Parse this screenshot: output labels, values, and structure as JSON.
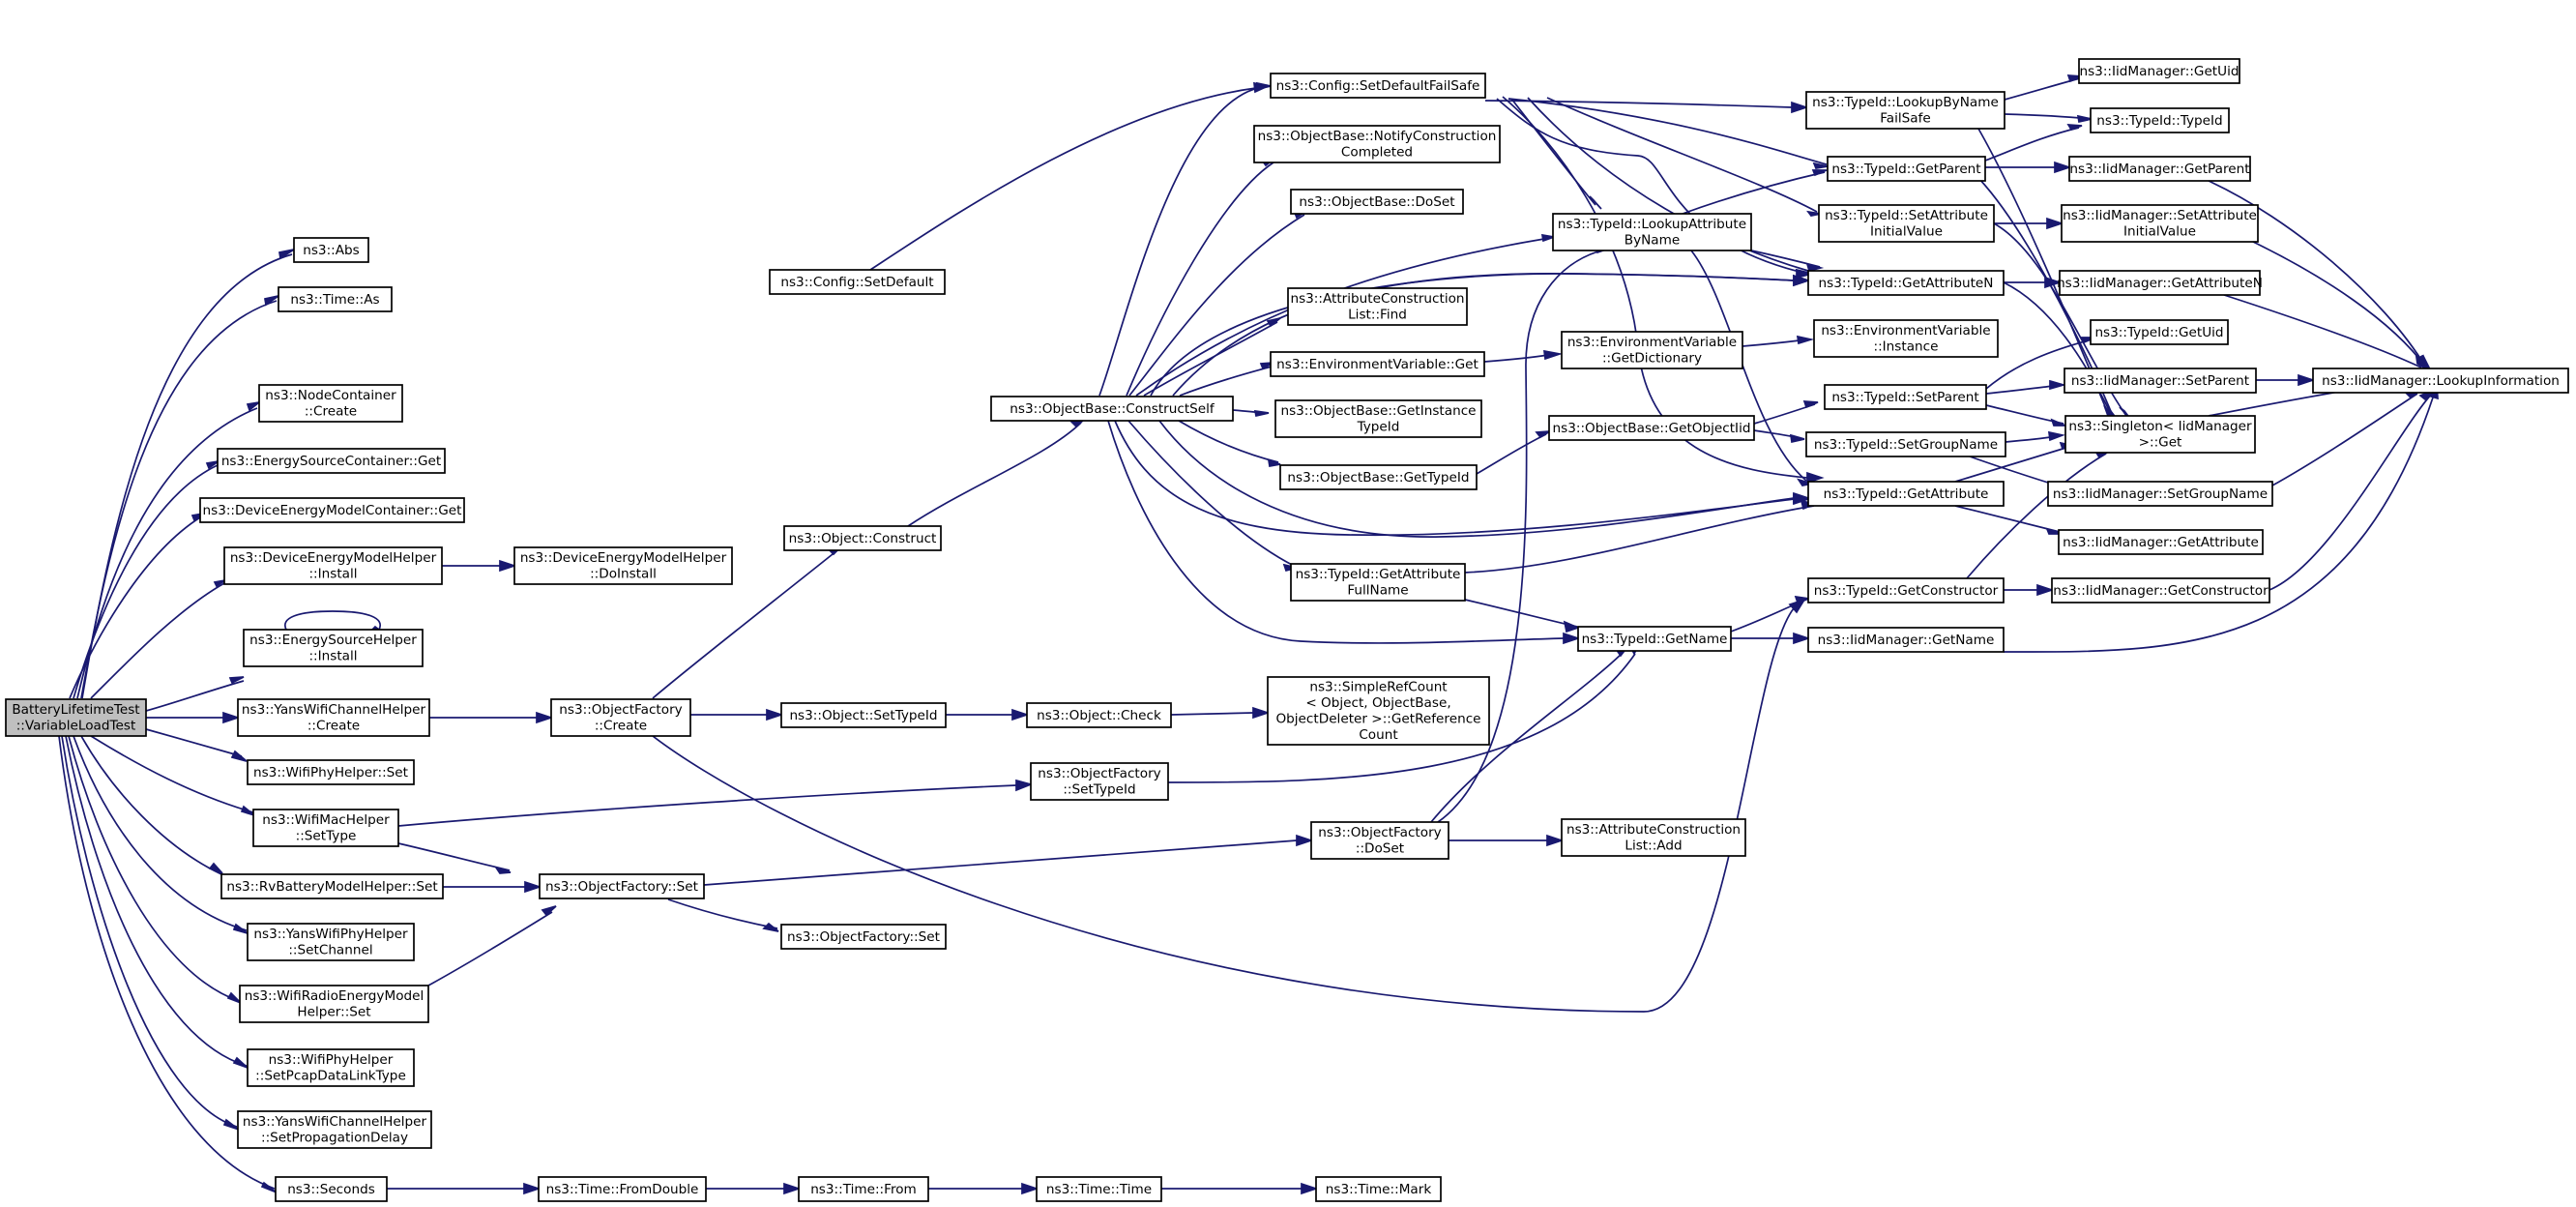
{
  "graph": {
    "title": "",
    "colors": {
      "edge": "#191970",
      "node_border": "#000000",
      "root_fill": "#bfbfbf",
      "node_fill": "#ffffff"
    },
    "nodes": [
      {
        "id": "root",
        "lines": [
          "BatteryLifetimeTest",
          "::VariableLoadTest"
        ],
        "root": true
      },
      {
        "id": "abs",
        "lines": [
          "ns3::Abs"
        ]
      },
      {
        "id": "timeas",
        "lines": [
          "ns3::Time::As"
        ]
      },
      {
        "id": "nodecont",
        "lines": [
          "ns3::NodeContainer",
          "::Create"
        ]
      },
      {
        "id": "escget",
        "lines": [
          "ns3::EnergySourceContainer::Get"
        ]
      },
      {
        "id": "demcget",
        "lines": [
          "ns3::DeviceEnergyModelContainer::Get"
        ]
      },
      {
        "id": "demhinst",
        "lines": [
          "ns3::DeviceEnergyModelHelper",
          "::Install"
        ]
      },
      {
        "id": "demhdoinst",
        "lines": [
          "ns3::DeviceEnergyModelHelper",
          "::DoInstall"
        ]
      },
      {
        "id": "eshinst",
        "lines": [
          "ns3::EnergySourceHelper",
          "::Install"
        ]
      },
      {
        "id": "ywchcreate",
        "lines": [
          "ns3::YansWifiChannelHelper",
          "::Create"
        ]
      },
      {
        "id": "wphset",
        "lines": [
          "ns3::WifiPhyHelper::Set"
        ]
      },
      {
        "id": "wmhsettype",
        "lines": [
          "ns3::WifiMacHelper",
          "::SetType"
        ]
      },
      {
        "id": "rvbset",
        "lines": [
          "ns3::RvBatteryModelHelper::Set"
        ]
      },
      {
        "id": "ywphsetch",
        "lines": [
          "ns3::YansWifiPhyHelper",
          "::SetChannel"
        ]
      },
      {
        "id": "wremhset",
        "lines": [
          "ns3::WifiRadioEnergyModel",
          "Helper::Set"
        ]
      },
      {
        "id": "wphpcap",
        "lines": [
          "ns3::WifiPhyHelper",
          "::SetPcapDataLinkType"
        ]
      },
      {
        "id": "ywchprop",
        "lines": [
          "ns3::YansWifiChannelHelper",
          "::SetPropagationDelay"
        ]
      },
      {
        "id": "seconds",
        "lines": [
          "ns3::Seconds"
        ]
      },
      {
        "id": "cfgsetdef",
        "lines": [
          "ns3::Config::SetDefault"
        ]
      },
      {
        "id": "objconstruct",
        "lines": [
          "ns3::Object::Construct"
        ]
      },
      {
        "id": "ofcreate",
        "lines": [
          "ns3::ObjectFactory",
          "::Create"
        ]
      },
      {
        "id": "ofset",
        "lines": [
          "ns3::ObjectFactory::Set"
        ]
      },
      {
        "id": "ofset2",
        "lines": [
          "ns3::ObjectFactory::Set"
        ]
      },
      {
        "id": "objsettid",
        "lines": [
          "ns3::Object::SetTypeId"
        ]
      },
      {
        "id": "timefromdbl",
        "lines": [
          "ns3::Time::FromDouble"
        ]
      },
      {
        "id": "timefrom",
        "lines": [
          "ns3::Time::From"
        ]
      },
      {
        "id": "timetime",
        "lines": [
          "ns3::Time::Time"
        ]
      },
      {
        "id": "timemark",
        "lines": [
          "ns3::Time::Mark"
        ]
      },
      {
        "id": "objcheck",
        "lines": [
          "ns3::Object::Check"
        ]
      },
      {
        "id": "simplerc",
        "lines": [
          "ns3::SimpleRefCount",
          "< Object, ObjectBase,",
          "ObjectDeleter >::GetReference",
          "Count"
        ]
      },
      {
        "id": "ofsettid",
        "lines": [
          "ns3::ObjectFactory",
          "::SetTypeId"
        ]
      },
      {
        "id": "obconstructself",
        "lines": [
          "ns3::ObjectBase::ConstructSelf"
        ]
      },
      {
        "id": "cfgsdfs",
        "lines": [
          "ns3::Config::SetDefaultFailSafe"
        ]
      },
      {
        "id": "obnotify",
        "lines": [
          "ns3::ObjectBase::NotifyConstruction",
          "Completed"
        ]
      },
      {
        "id": "obdoset",
        "lines": [
          "ns3::ObjectBase::DoSet"
        ]
      },
      {
        "id": "aclfind",
        "lines": [
          "ns3::AttributeConstruction",
          "List::Find"
        ]
      },
      {
        "id": "envget",
        "lines": [
          "ns3::EnvironmentVariable::Get"
        ]
      },
      {
        "id": "obgetinst",
        "lines": [
          "ns3::ObjectBase::GetInstance",
          "TypeId"
        ]
      },
      {
        "id": "obgettid",
        "lines": [
          "ns3::ObjectBase::GetTypeId"
        ]
      },
      {
        "id": "tidgetattrfull",
        "lines": [
          "ns3::TypeId::GetAttribute",
          "FullName"
        ]
      },
      {
        "id": "ofdoset",
        "lines": [
          "ns3::ObjectFactory",
          "::DoSet"
        ]
      },
      {
        "id": "tidlookupattr",
        "lines": [
          "ns3::TypeId::LookupAttribute",
          "ByName"
        ]
      },
      {
        "id": "envgetdict",
        "lines": [
          "ns3::EnvironmentVariable",
          "::GetDictionary"
        ]
      },
      {
        "id": "obgetobjtid",
        "lines": [
          "ns3::ObjectBase::GetObjectIid"
        ]
      },
      {
        "id": "tidgetname",
        "lines": [
          "ns3::TypeId::GetName"
        ]
      },
      {
        "id": "acladd",
        "lines": [
          "ns3::AttributeConstruction",
          "List::Add"
        ]
      },
      {
        "id": "tidlookupbyname",
        "lines": [
          "ns3::TypeId::LookupByName",
          "FailSafe"
        ]
      },
      {
        "id": "tidgetparent",
        "lines": [
          "ns3::TypeId::GetParent"
        ]
      },
      {
        "id": "tidsetattrinit",
        "lines": [
          "ns3::TypeId::SetAttribute",
          "InitialValue"
        ]
      },
      {
        "id": "tidgetattrn",
        "lines": [
          "ns3::TypeId::GetAttributeN"
        ]
      },
      {
        "id": "envinst",
        "lines": [
          "ns3::EnvironmentVariable",
          "::Instance"
        ]
      },
      {
        "id": "tidsetparent",
        "lines": [
          "ns3::TypeId::SetParent"
        ]
      },
      {
        "id": "tidsetgroup",
        "lines": [
          "ns3::TypeId::SetGroupName"
        ]
      },
      {
        "id": "tidgetattr",
        "lines": [
          "ns3::TypeId::GetAttribute"
        ]
      },
      {
        "id": "tidgetctor",
        "lines": [
          "ns3::TypeId::GetConstructor"
        ]
      },
      {
        "id": "iidgetname",
        "lines": [
          "ns3::IidManager::GetName"
        ]
      },
      {
        "id": "iidgetuid",
        "lines": [
          "ns3::IidManager::GetUid"
        ]
      },
      {
        "id": "tidtypeid",
        "lines": [
          "ns3::TypeId::TypeId"
        ]
      },
      {
        "id": "iidgetparent",
        "lines": [
          "ns3::IidManager::GetParent"
        ]
      },
      {
        "id": "iidsetattrinit",
        "lines": [
          "ns3::IidManager::SetAttribute",
          "InitialValue"
        ]
      },
      {
        "id": "iidgetattrn",
        "lines": [
          "ns3::IidManager::GetAttributeN"
        ]
      },
      {
        "id": "tidgetuid",
        "lines": [
          "ns3::TypeId::GetUid"
        ]
      },
      {
        "id": "iidsetparent",
        "lines": [
          "ns3::IidManager::SetParent"
        ]
      },
      {
        "id": "singleton",
        "lines": [
          "ns3::Singleton< IidManager",
          ">::Get"
        ]
      },
      {
        "id": "iidsetgroup",
        "lines": [
          "ns3::IidManager::SetGroupName"
        ]
      },
      {
        "id": "iidgetattr",
        "lines": [
          "ns3::IidManager::GetAttribute"
        ]
      },
      {
        "id": "iidgetctor",
        "lines": [
          "ns3::IidManager::GetConstructor"
        ]
      },
      {
        "id": "iidlookup",
        "lines": [
          "ns3::IidManager::LookupInformation"
        ]
      }
    ]
  }
}
